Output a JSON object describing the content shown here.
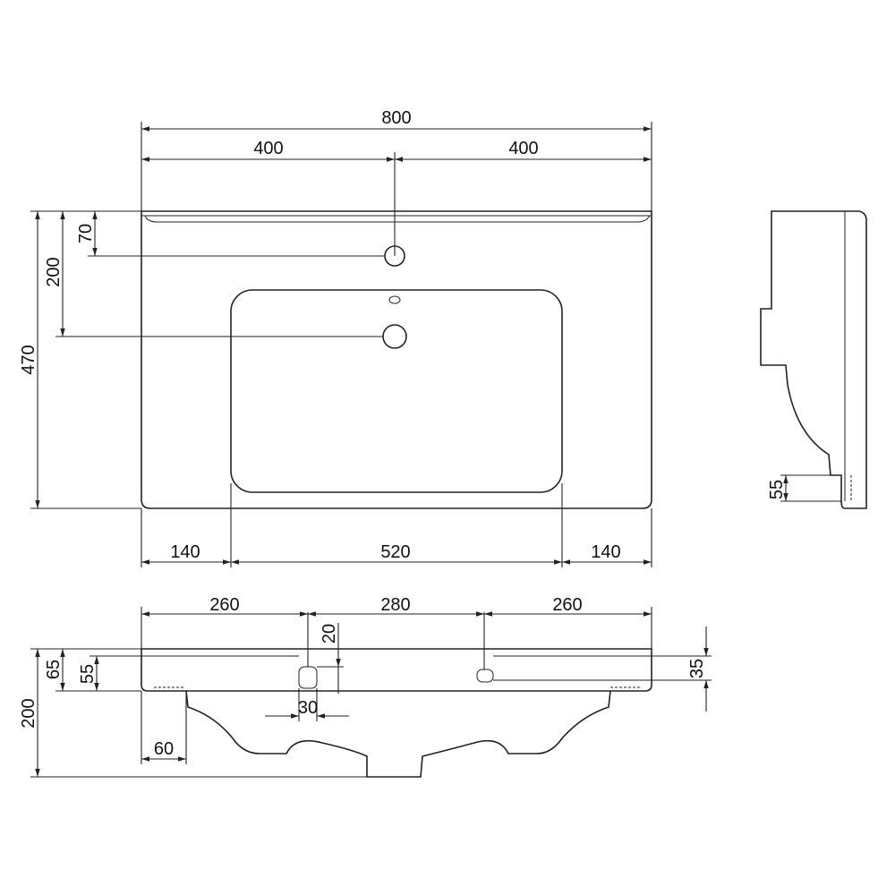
{
  "dimensions": {
    "top_total": "800",
    "top_left": "400",
    "top_right": "400",
    "depth": "470",
    "hole_to_back": "200",
    "tap_to_back": "70",
    "bottom_left": "140",
    "bottom_mid": "520",
    "bottom_right": "140",
    "side_55": "55",
    "front_left": "260",
    "front_mid": "280",
    "front_right": "260",
    "front_20": "20",
    "front_65": "65",
    "front_55": "55",
    "front_35": "35",
    "front_200": "200",
    "front_30": "30",
    "front_60": "60"
  },
  "colors": {
    "line": "#222222",
    "background": "#ffffff"
  }
}
